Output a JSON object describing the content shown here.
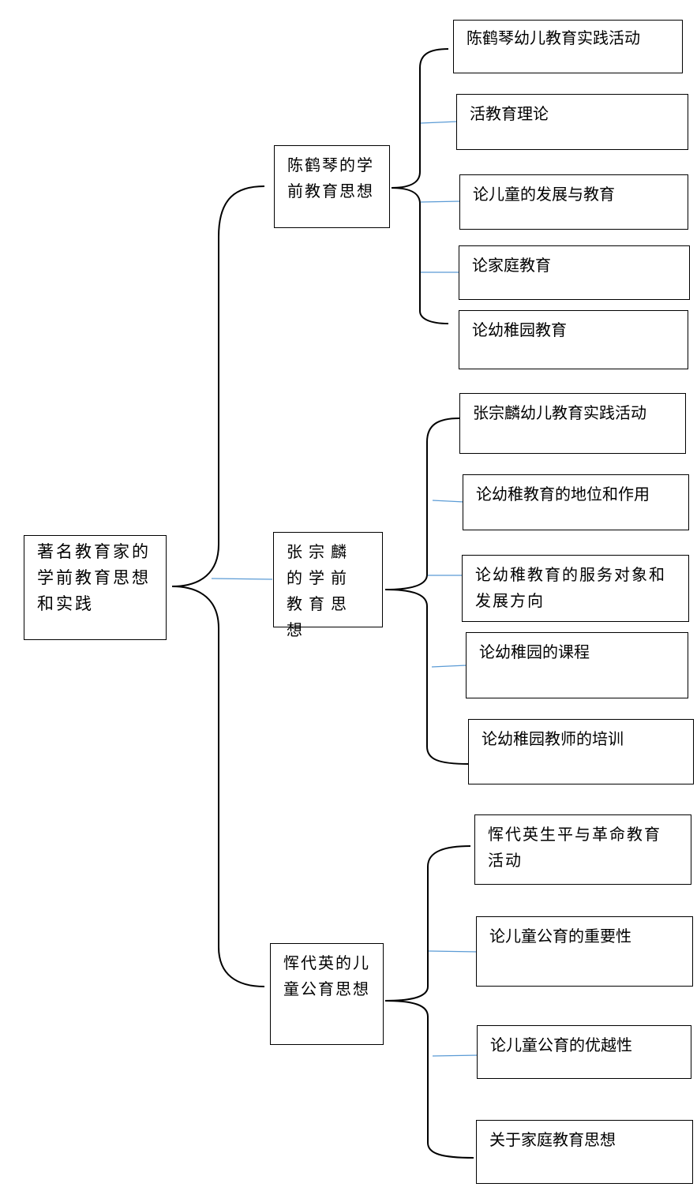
{
  "root": {
    "label": "著名教育家的学前教育思想和实践"
  },
  "branches": [
    {
      "label": "陈鹤琴的学前教育思想",
      "children": [
        "陈鹤琴幼儿教育实践活动",
        "活教育理论",
        "论儿童的发展与教育",
        "论家庭教育",
        "论幼稚园教育"
      ]
    },
    {
      "label": "张宗麟的学前教育思想",
      "children": [
        "张宗麟幼儿教育实践活动",
        "论幼稚教育的地位和作用",
        "论幼稚教育的服务对象和发展方向",
        "论幼稚园的课程",
        "论幼稚园教师的培训"
      ]
    },
    {
      "label": "恽代英的儿童公育思想",
      "children": [
        "恽代英生平与革命教育活动",
        "论儿童公育的重要性",
        "论儿童公育的优越性",
        "关于家庭教育思想"
      ]
    }
  ],
  "colors": {
    "line": "#000000",
    "connector": "#5b9bd5"
  }
}
